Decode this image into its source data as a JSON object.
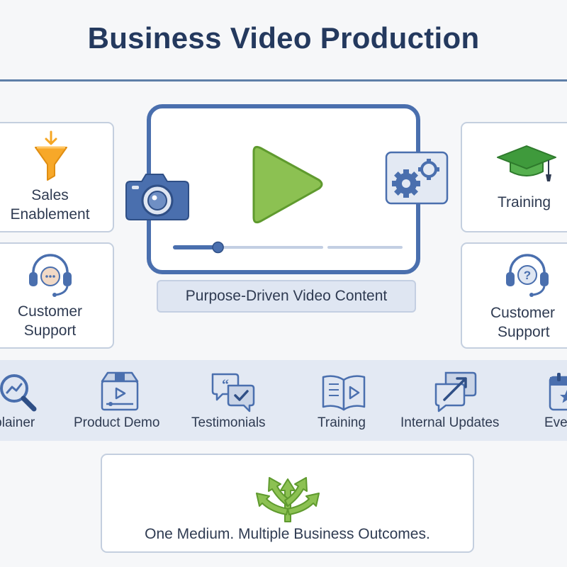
{
  "header": {
    "title": "Business Video Production"
  },
  "cards": {
    "sales": {
      "label_line1": "Sales",
      "label_line2": "Enablement",
      "icon": "funnel-icon"
    },
    "support_left": {
      "label_line1": "Customer",
      "label_line2": "Support",
      "icon": "headset-icon"
    },
    "training": {
      "label": "Training",
      "icon": "graduation-cap-icon"
    },
    "support_right": {
      "label_line1": "Customer",
      "label_line2": "Support",
      "icon": "headset-question-icon"
    }
  },
  "video": {
    "caption": "Purpose-Driven Video Content",
    "progress": 0.3,
    "icons": [
      "camera-icon",
      "play-icon",
      "gears-icon"
    ]
  },
  "strip": {
    "items": [
      {
        "label": "Explainer",
        "icon": "magnifier-chart-icon"
      },
      {
        "label": "Product Demo",
        "icon": "product-box-icon"
      },
      {
        "label": "Testimonials",
        "icon": "chat-bubbles-icon"
      },
      {
        "label": "Training",
        "icon": "book-play-icon"
      },
      {
        "label": "Internal Updates",
        "icon": "message-arrow-icon"
      },
      {
        "label": "Events",
        "icon": "calendar-star-icon"
      }
    ]
  },
  "footer": {
    "tagline": "One Medium. Multiple Business Outcomes.",
    "icon": "branching-arrows-icon"
  },
  "colors": {
    "title": "#24395e",
    "blue": "#4a6fae",
    "green": "#8cc152",
    "orange": "#f5a623",
    "strip_bg": "#e3e9f3"
  }
}
